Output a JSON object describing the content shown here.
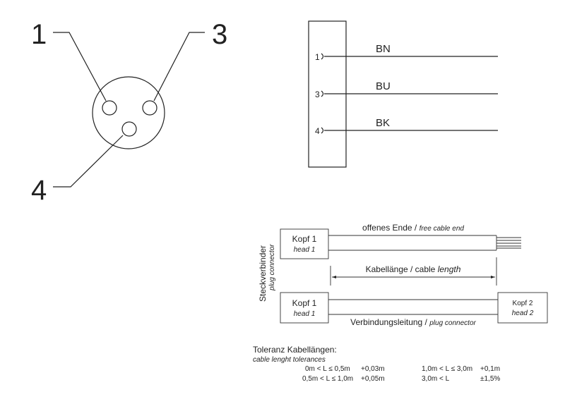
{
  "pinout": {
    "pin1": "1",
    "pin3": "3",
    "pin4": "4"
  },
  "wiring": {
    "wires": [
      {
        "pin": "1",
        "color": "BN"
      },
      {
        "pin": "3",
        "color": "BU"
      },
      {
        "pin": "4",
        "color": "BK"
      }
    ]
  },
  "cable": {
    "side_label": "Steckverbinder",
    "side_label_en": "plug connector",
    "head1": "Kopf 1",
    "head1_en": "head 1",
    "head2": "Kopf 2",
    "head2_en": "head 2",
    "open_end": "offenes Ende / ",
    "open_end_en": "free cable end",
    "length": "Kabellänge / cable ",
    "length_en": "length",
    "connection": "Verbindungsleitung / ",
    "connection_en": "plug connector"
  },
  "tolerances": {
    "title": "Toleranz Kabellängen:",
    "subtitle": "cable lenght tolerances",
    "rows": [
      {
        "range": "0m < L ≤ 0,5m",
        "tol": "+0,03m"
      },
      {
        "range": "0,5m < L ≤ 1,0m",
        "tol": "+0,05m"
      },
      {
        "range": "1,0m < L ≤ 3,0m",
        "tol": "+0,1m"
      },
      {
        "range": "3,0m < L",
        "tol": "±1,5%"
      }
    ]
  }
}
